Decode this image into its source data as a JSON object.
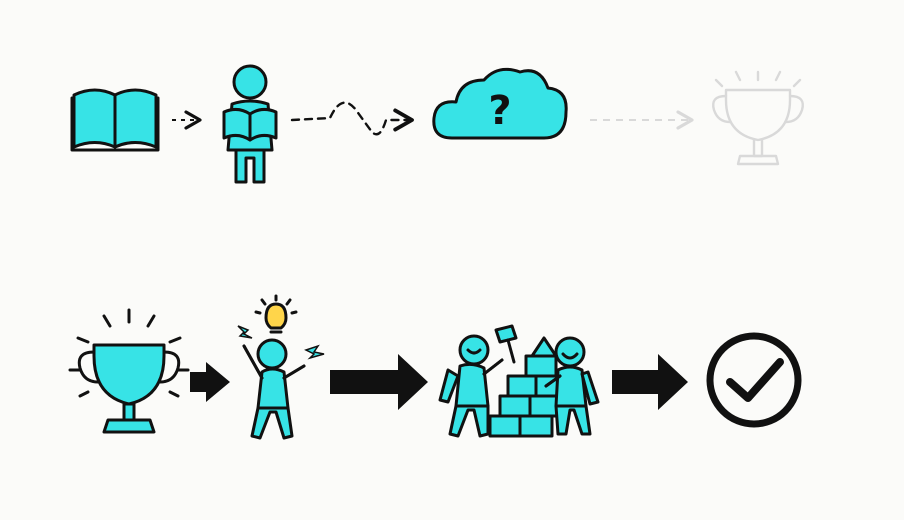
{
  "colors": {
    "accent": "#37e3e6",
    "ink": "#111111",
    "ghost": "#d9d9d9",
    "background": "#fbfbf9"
  },
  "row_top": {
    "steps": [
      {
        "icon": "open-book-icon"
      },
      {
        "icon": "person-reading-icon"
      },
      {
        "icon": "question-cloud-icon",
        "glyph": "?"
      },
      {
        "icon": "faded-trophy-icon"
      }
    ],
    "connectors": [
      "dotted-arrow",
      "wavy-dashed-arrow",
      "faded-dashed-arrow"
    ]
  },
  "row_bottom": {
    "steps": [
      {
        "icon": "shining-trophy-icon"
      },
      {
        "icon": "person-lightbulb-idea-icon"
      },
      {
        "icon": "two-people-building-blocks-icon"
      },
      {
        "icon": "checkmark-circle-icon"
      }
    ],
    "connectors": [
      "bold-arrow",
      "bold-arrow",
      "bold-arrow"
    ]
  }
}
